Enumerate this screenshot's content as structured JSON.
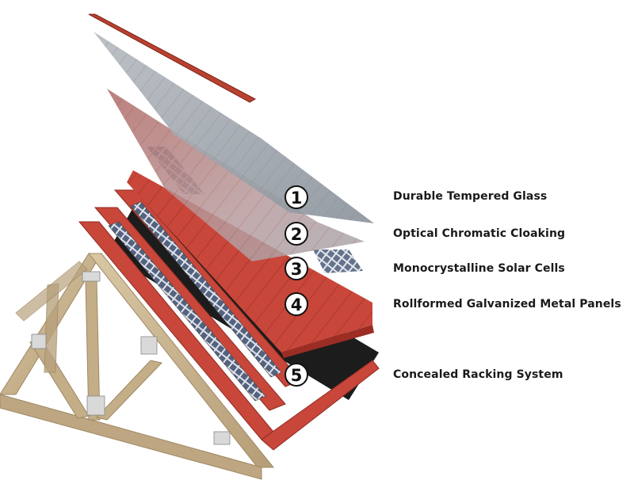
{
  "layers": [
    {
      "number": "1",
      "label": "Durable Tempered Glass"
    },
    {
      "number": "2",
      "label": "Optical Chromatic Cloaking"
    },
    {
      "number": "3",
      "label": "Monocrystalline Solar Cells"
    },
    {
      "number": "4",
      "label": "Rollformed Galvanized Metal Panels"
    },
    {
      "number": "5",
      "label": "Concealed Racking System"
    }
  ],
  "colors": {
    "glass": "#9ea5ad",
    "cloaking": "#b87a78",
    "metal_red": "#c8473a",
    "racking": "#1c1c1c",
    "wood": "#c9b48f",
    "cells": "#4a5a78"
  }
}
